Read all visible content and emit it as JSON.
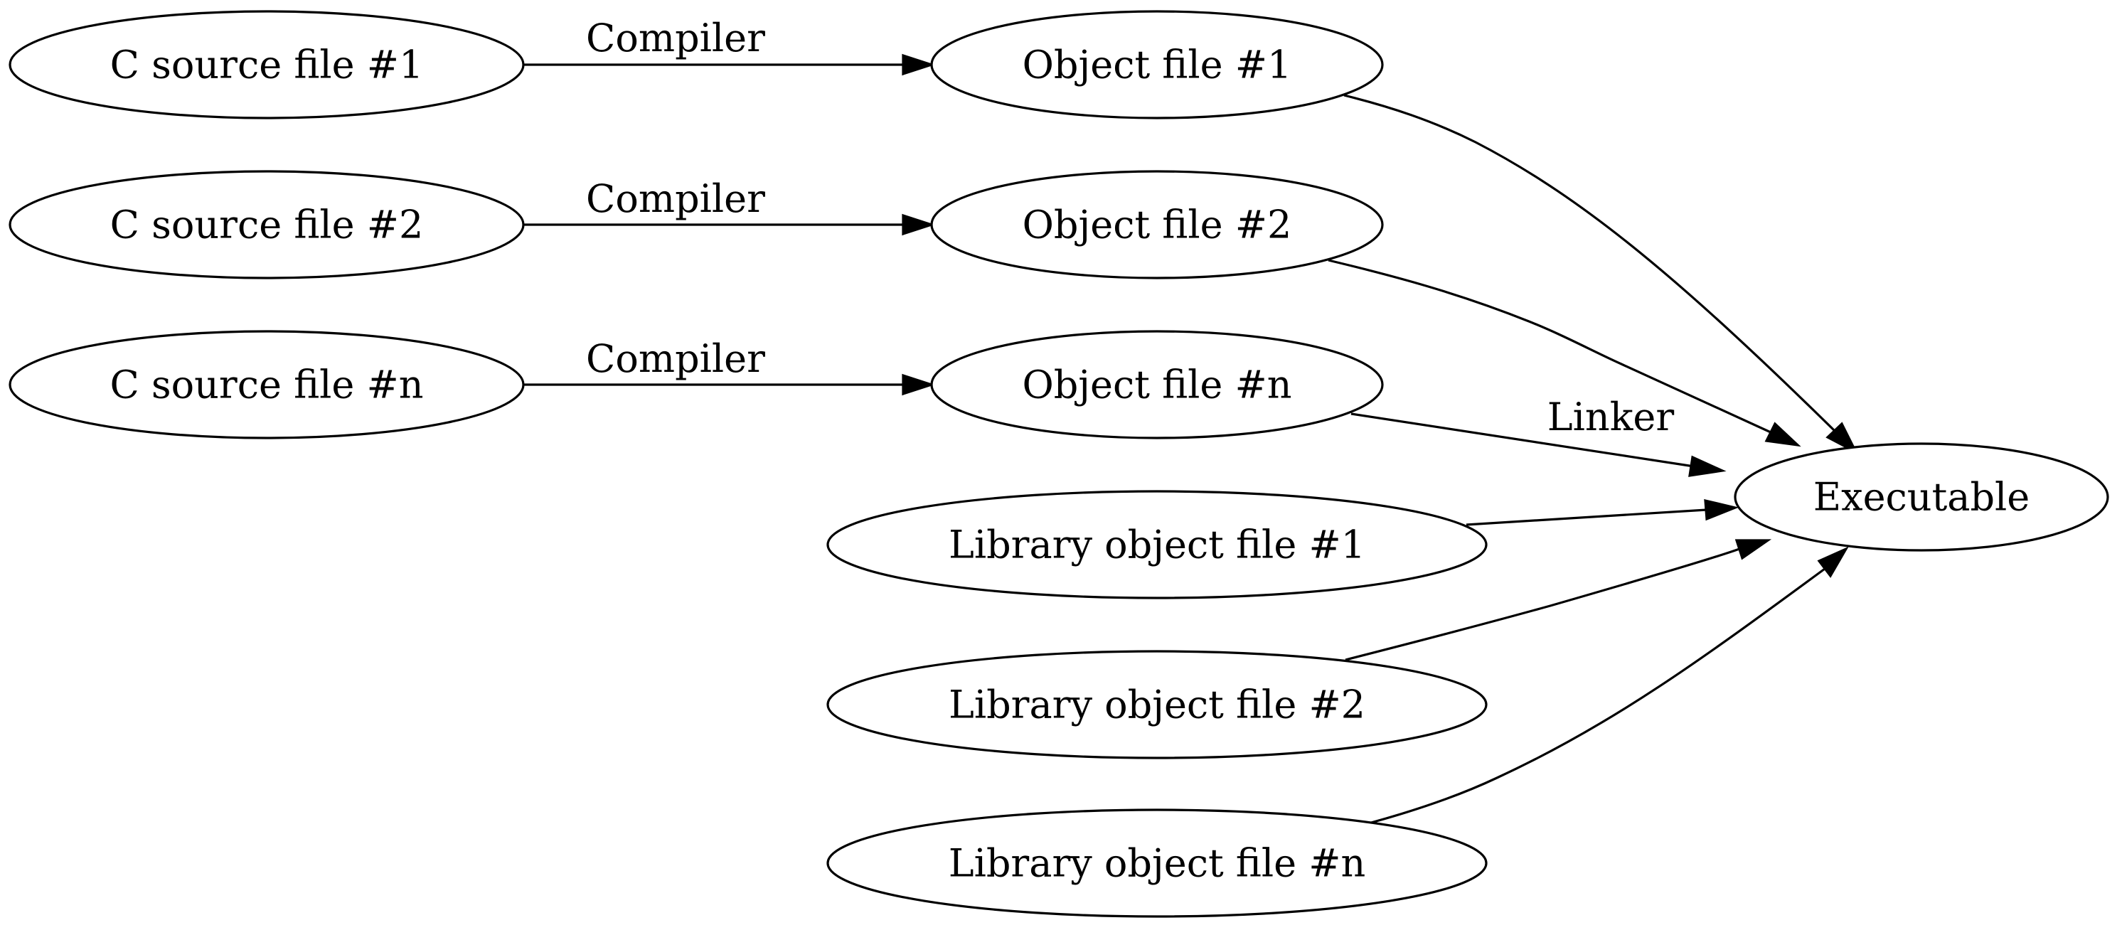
{
  "nodes": {
    "src1": {
      "label": "C source file #1"
    },
    "src2": {
      "label": "C source file #2"
    },
    "srcn": {
      "label": "C source file #n"
    },
    "obj1": {
      "label": "Object file #1"
    },
    "obj2": {
      "label": "Object file #2"
    },
    "objn": {
      "label": "Object file #n"
    },
    "lib1": {
      "label": "Library object file #1"
    },
    "lib2": {
      "label": "Library object file #2"
    },
    "libn": {
      "label": "Library object file #n"
    },
    "exe": {
      "label": "Executable"
    }
  },
  "edges": {
    "src1_obj1": {
      "from": "C source file #1",
      "to": "Object file #1",
      "label": "Compiler"
    },
    "src2_obj2": {
      "from": "C source file #2",
      "to": "Object file #2",
      "label": "Compiler"
    },
    "srcn_objn": {
      "from": "C source file #n",
      "to": "Object file #n",
      "label": "Compiler"
    },
    "obj1_exe": {
      "from": "Object file #1",
      "to": "Executable"
    },
    "obj2_exe": {
      "from": "Object file #2",
      "to": "Executable"
    },
    "objn_exe": {
      "from": "Object file #n",
      "to": "Executable",
      "label": "Linker"
    },
    "lib1_exe": {
      "from": "Library object file #1",
      "to": "Executable"
    },
    "lib2_exe": {
      "from": "Library object file #2",
      "to": "Executable"
    },
    "libn_exe": {
      "from": "Library object file #n",
      "to": "Executable"
    }
  }
}
